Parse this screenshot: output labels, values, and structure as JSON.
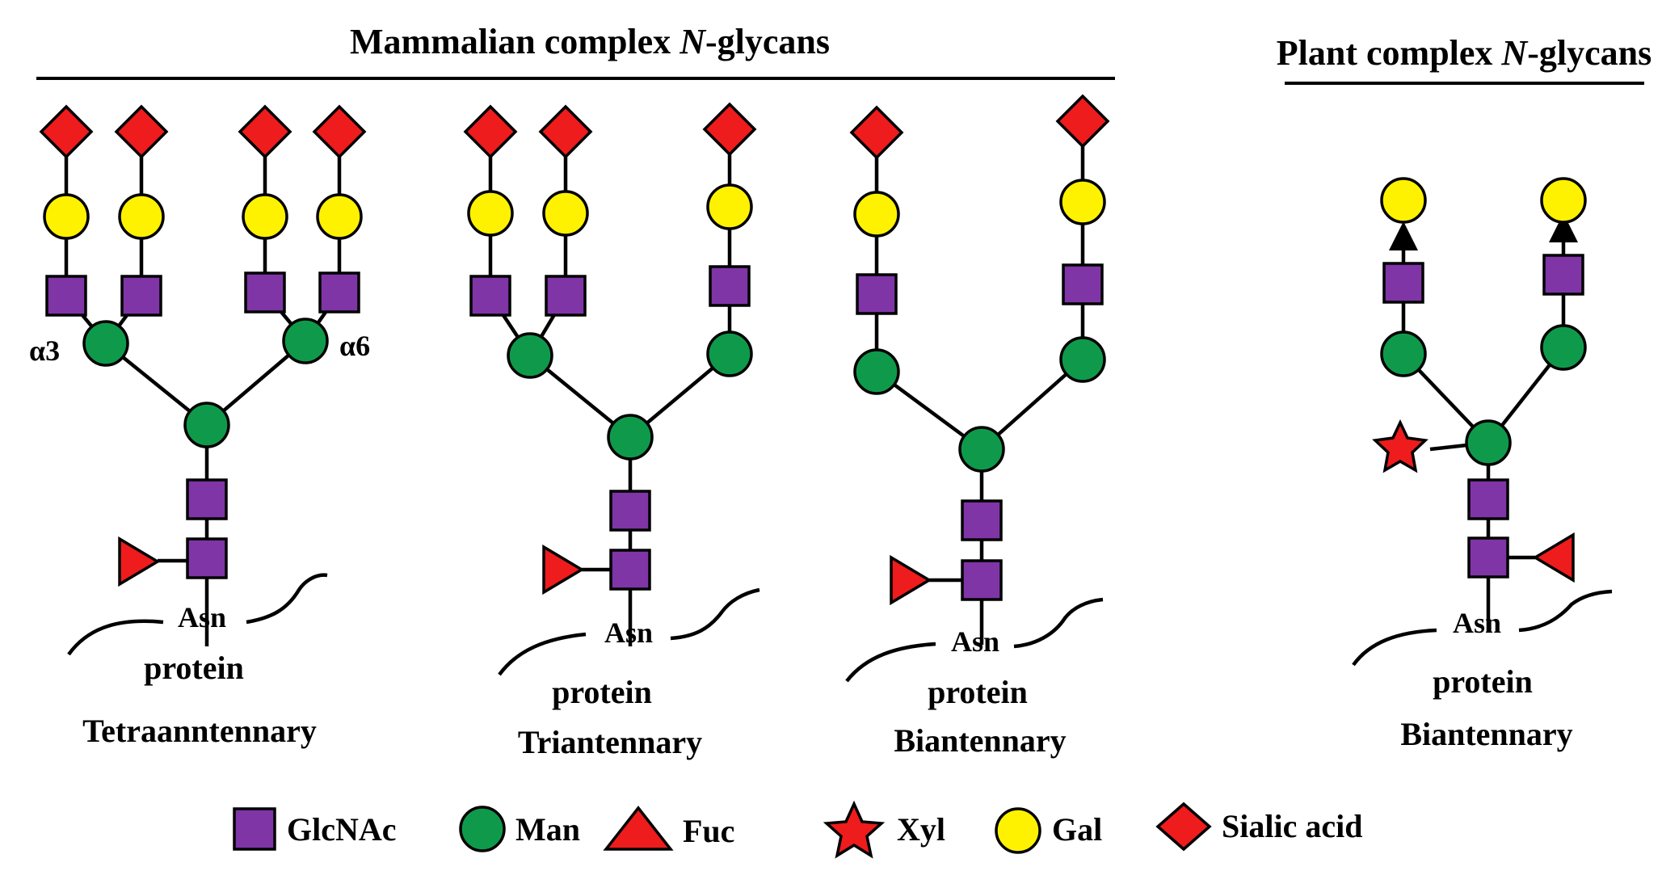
{
  "headers": {
    "mammalian_prefix": "Mammalian complex ",
    "mammalian_italic": "N",
    "mammalian_suffix": "-glycans",
    "plant_prefix": "Plant complex ",
    "plant_italic": "N",
    "plant_suffix": "-glycans"
  },
  "structures": [
    {
      "name": "Tetraanntennary",
      "asn": "Asn",
      "protein": "protein",
      "link_left": "α3",
      "link_right": "α6"
    },
    {
      "name": "Triantennary",
      "asn": "Asn",
      "protein": "protein"
    },
    {
      "name": "Biantennary",
      "asn": "Asn",
      "protein": "protein"
    },
    {
      "name": "Biantennary",
      "asn": "Asn",
      "protein": "protein"
    }
  ],
  "legend": [
    {
      "symbol": "square-icon",
      "label": "GlcNAc"
    },
    {
      "symbol": "circle-icon",
      "label": "Man"
    },
    {
      "symbol": "triangle-icon",
      "label": "Fuc"
    },
    {
      "symbol": "star-icon",
      "label": "Xyl"
    },
    {
      "symbol": "yellow-circle-icon",
      "label": "Gal"
    },
    {
      "symbol": "diamond-icon",
      "label": "Sialic acid"
    }
  ],
  "colors": {
    "glcnac": "#7f35a6",
    "man": "#0f9a4b",
    "fuc": "#ee1c1c",
    "xyl": "#ee1c1c",
    "gal": "#fff200",
    "sialic": "#ee1c1c"
  }
}
